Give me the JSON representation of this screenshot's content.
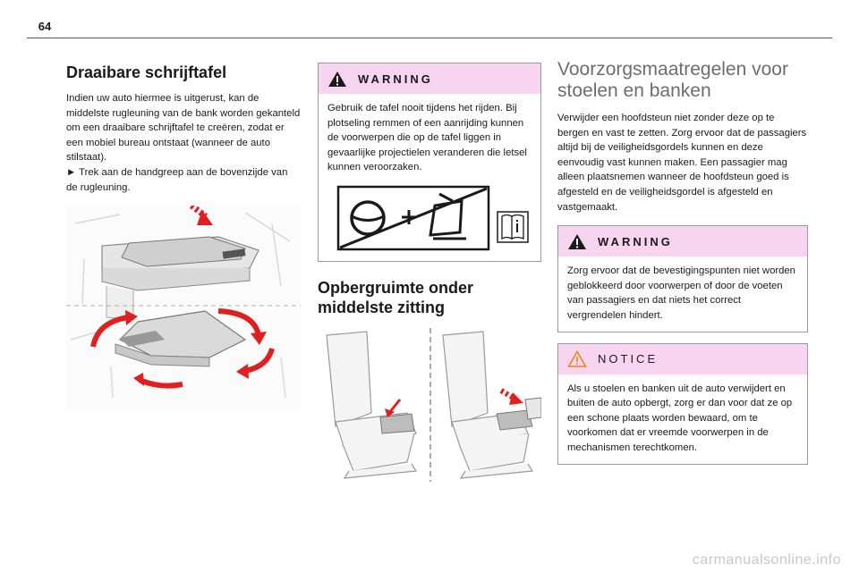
{
  "page_number": "64",
  "left": {
    "title": "Draaibare schrijftafel",
    "text": "Indien uw auto hiermee is uitgerust, kan de middelste rugleuning van de bank worden gekanteld om een draaibare schrijftafel te creëren, zodat er een mobiel bureau ontstaat (wanneer de auto stilstaat).",
    "bullet_arrow": "►",
    "bullet_text": "Trek aan de handgreep aan de bovenzijde van de rugleuning."
  },
  "middle": {
    "warning_label": "WARNING",
    "warning_text": "Gebruik de tafel nooit tijdens het rijden. Bij plotseling remmen of een aanrijding kunnen de voorwerpen die op de tafel liggen in gevaarlijke projectielen veranderen die letsel kunnen veroorzaken.",
    "storage_title": "Opbergruimte onder middelste zitting"
  },
  "right": {
    "title": "Voorzorgsmaatregelen voor stoelen en banken",
    "text": "Verwijder een hoofdsteun niet zonder deze op te bergen en vast te zetten. Zorg ervoor dat de passagiers altijd bij de veiligheidsgordels kunnen en deze eenvoudig vast kunnen maken. Een passagier mag alleen plaatsnemen wanneer de hoofdsteun goed is afgesteld en de veiligheidsgordel is afgesteld en vastgemaakt.",
    "warning_label": "WARNING",
    "warning_text": "Zorg ervoor dat de bevestigingspunten niet worden geblokkeerd door voorwerpen of door de voeten van passagiers en dat niets het correct vergrendelen hindert.",
    "notice_label": "NOTICE",
    "notice_text": "Als u stoelen en banken uit de auto verwijdert en buiten de auto opbergt, zorg er dan voor dat ze op een schone plaats worden bewaard, om te voorkomen dat er vreemde voorwerpen in de mechanismen terechtkomen."
  },
  "footer": "carmanualsonline.info",
  "colors": {
    "warning_bg": "#f7d5f1",
    "arrow_red": "#e02020",
    "notice_orange": "#e8891a"
  }
}
